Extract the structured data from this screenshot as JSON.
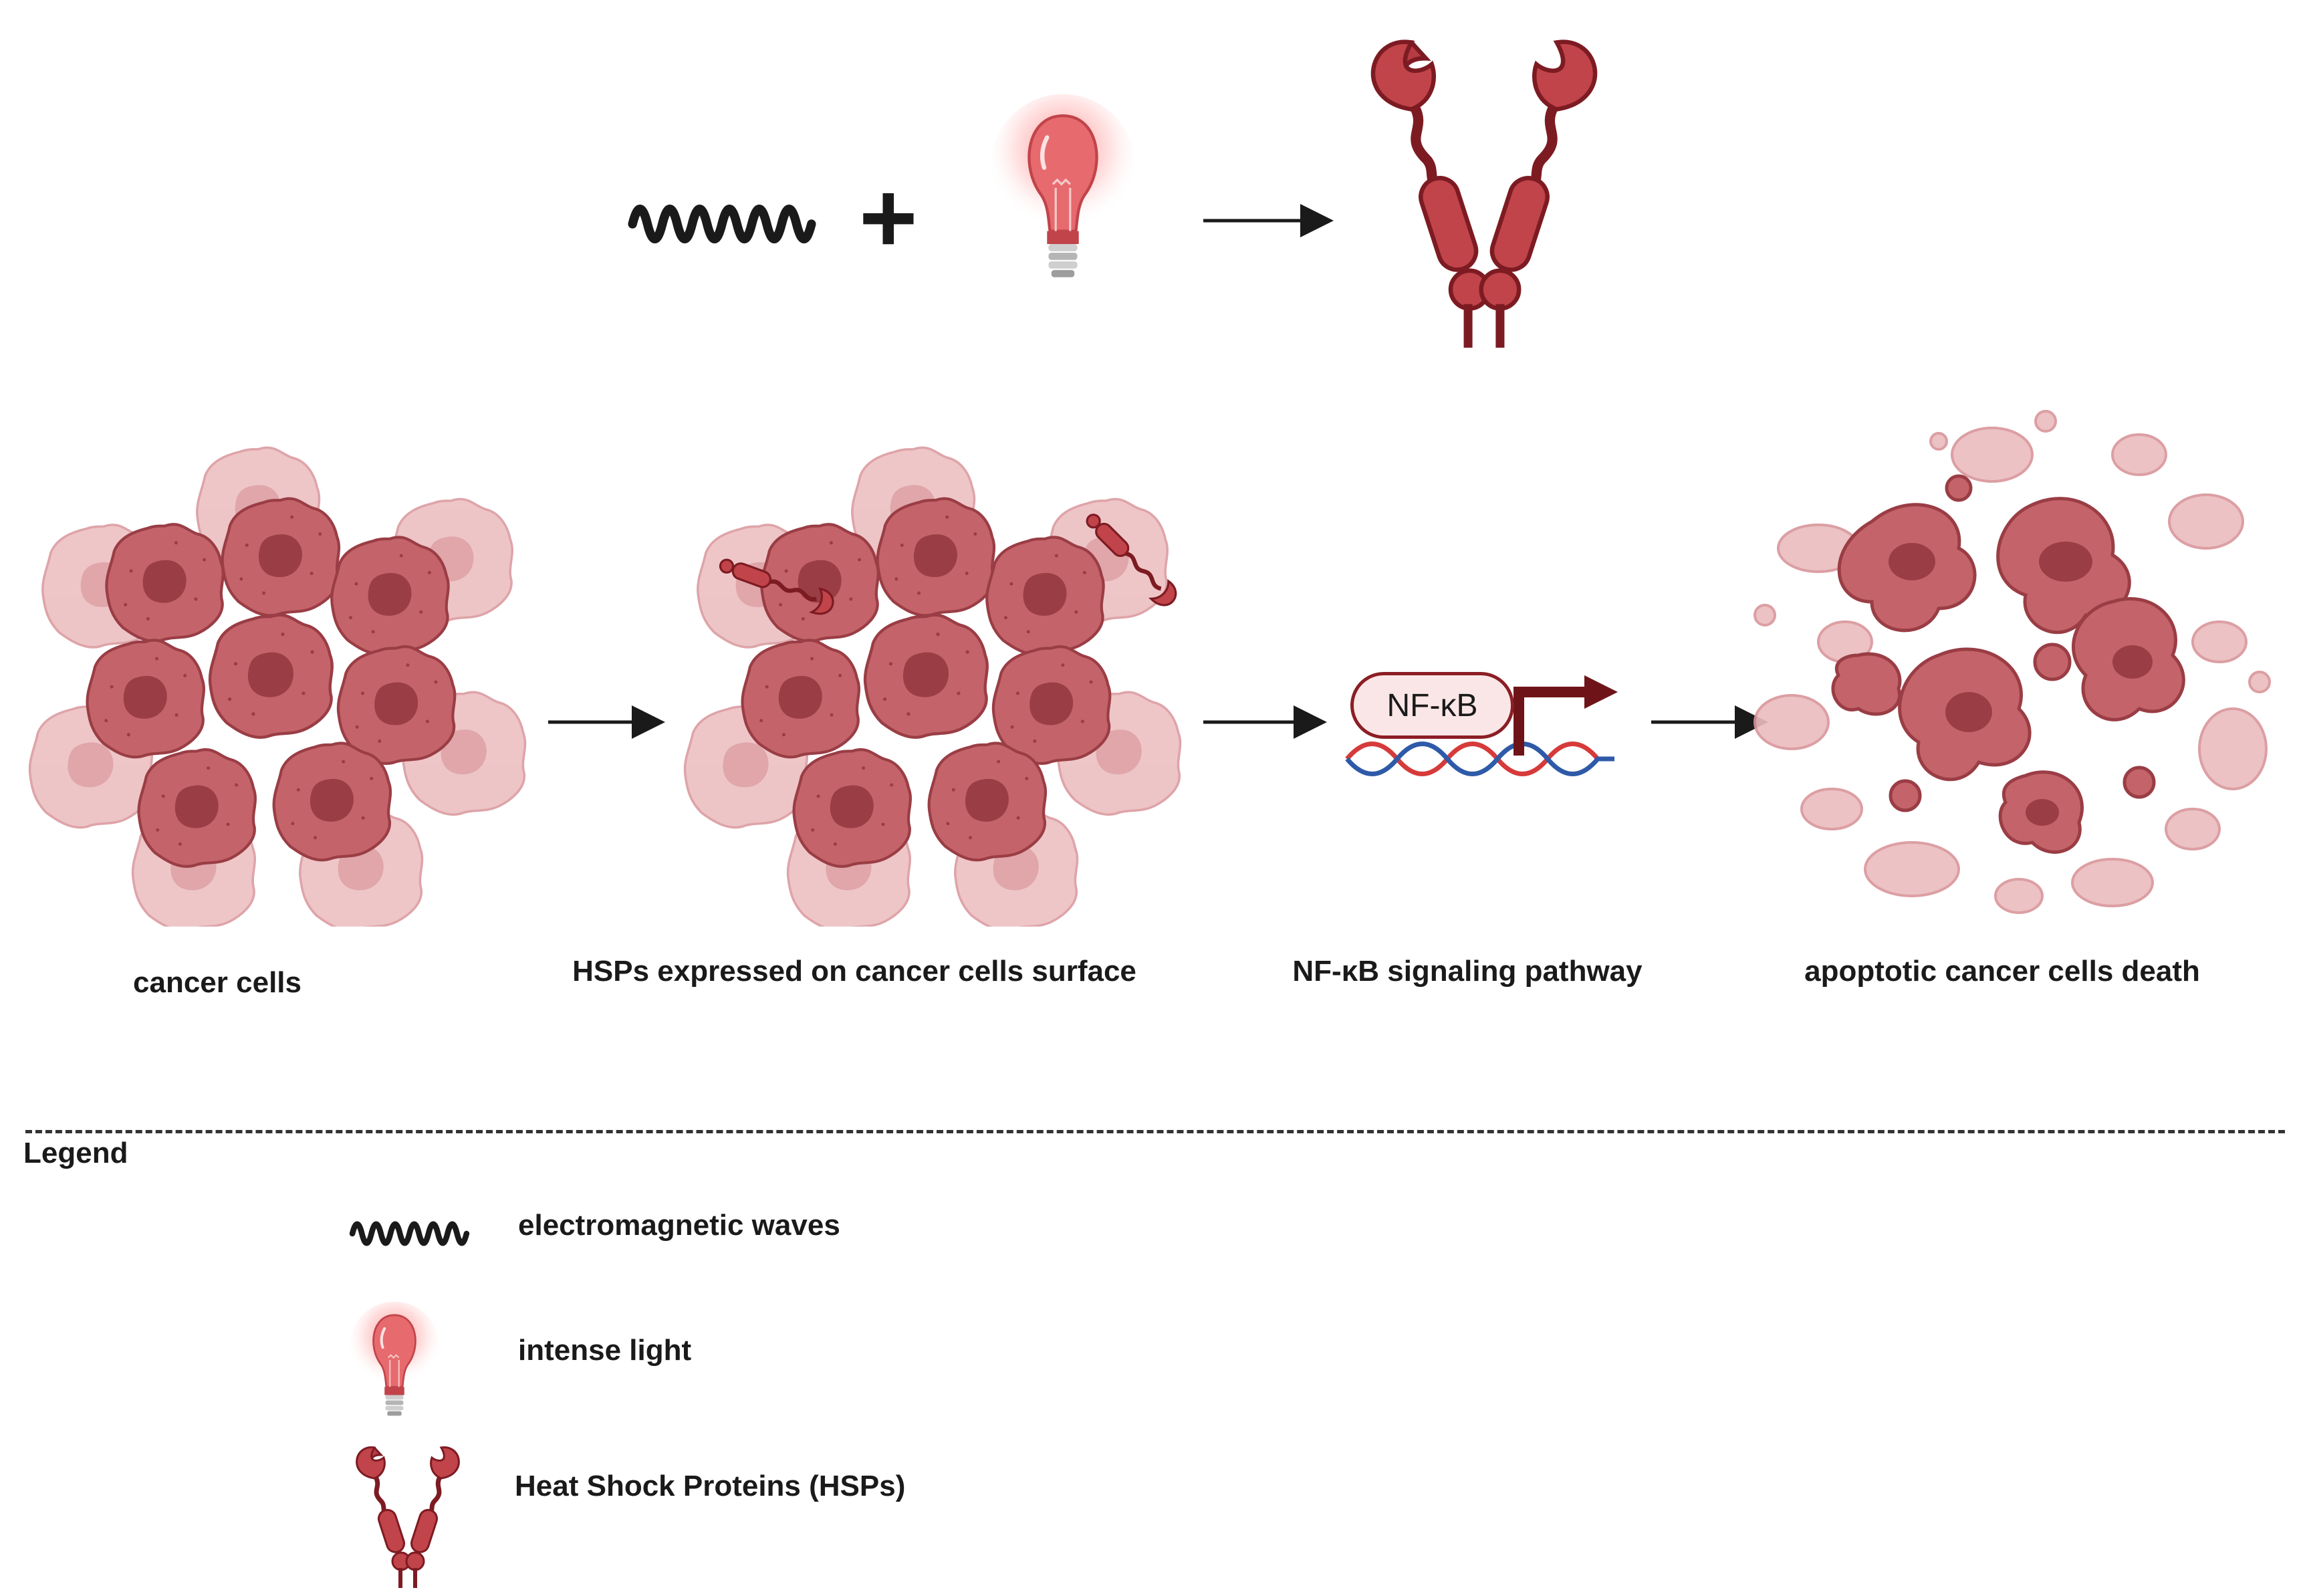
{
  "process_labels": {
    "cancer_cells": "cancer cells",
    "hsps_expressed": "HSPs expressed on cancer cells surface",
    "nfkb_pathway": "NF-κB signaling pathway",
    "apoptosis": "apoptotic cancer cells death"
  },
  "nfkb_box_label": "NF-κB",
  "plus_sign": "+",
  "legend": {
    "title": "Legend",
    "items": [
      {
        "label": "electromagnetic waves",
        "icon": "wave-icon"
      },
      {
        "label": "intense light",
        "icon": "bulb-icon"
      },
      {
        "label": "Heat Shock Proteins (HSPs)",
        "icon": "hsp-icon"
      }
    ]
  },
  "colors": {
    "cell_fill": "#c4646a",
    "cell_light": "#e8b4b6",
    "nucleus": "#9a3d45",
    "hsp": "#c0444a",
    "hsp_dark": "#8b1e24",
    "dna_red": "#d63a3a",
    "dna_blue": "#2e5aa8",
    "arrow": "#1a1a1a",
    "nfkb_arrow": "#6e1418"
  }
}
